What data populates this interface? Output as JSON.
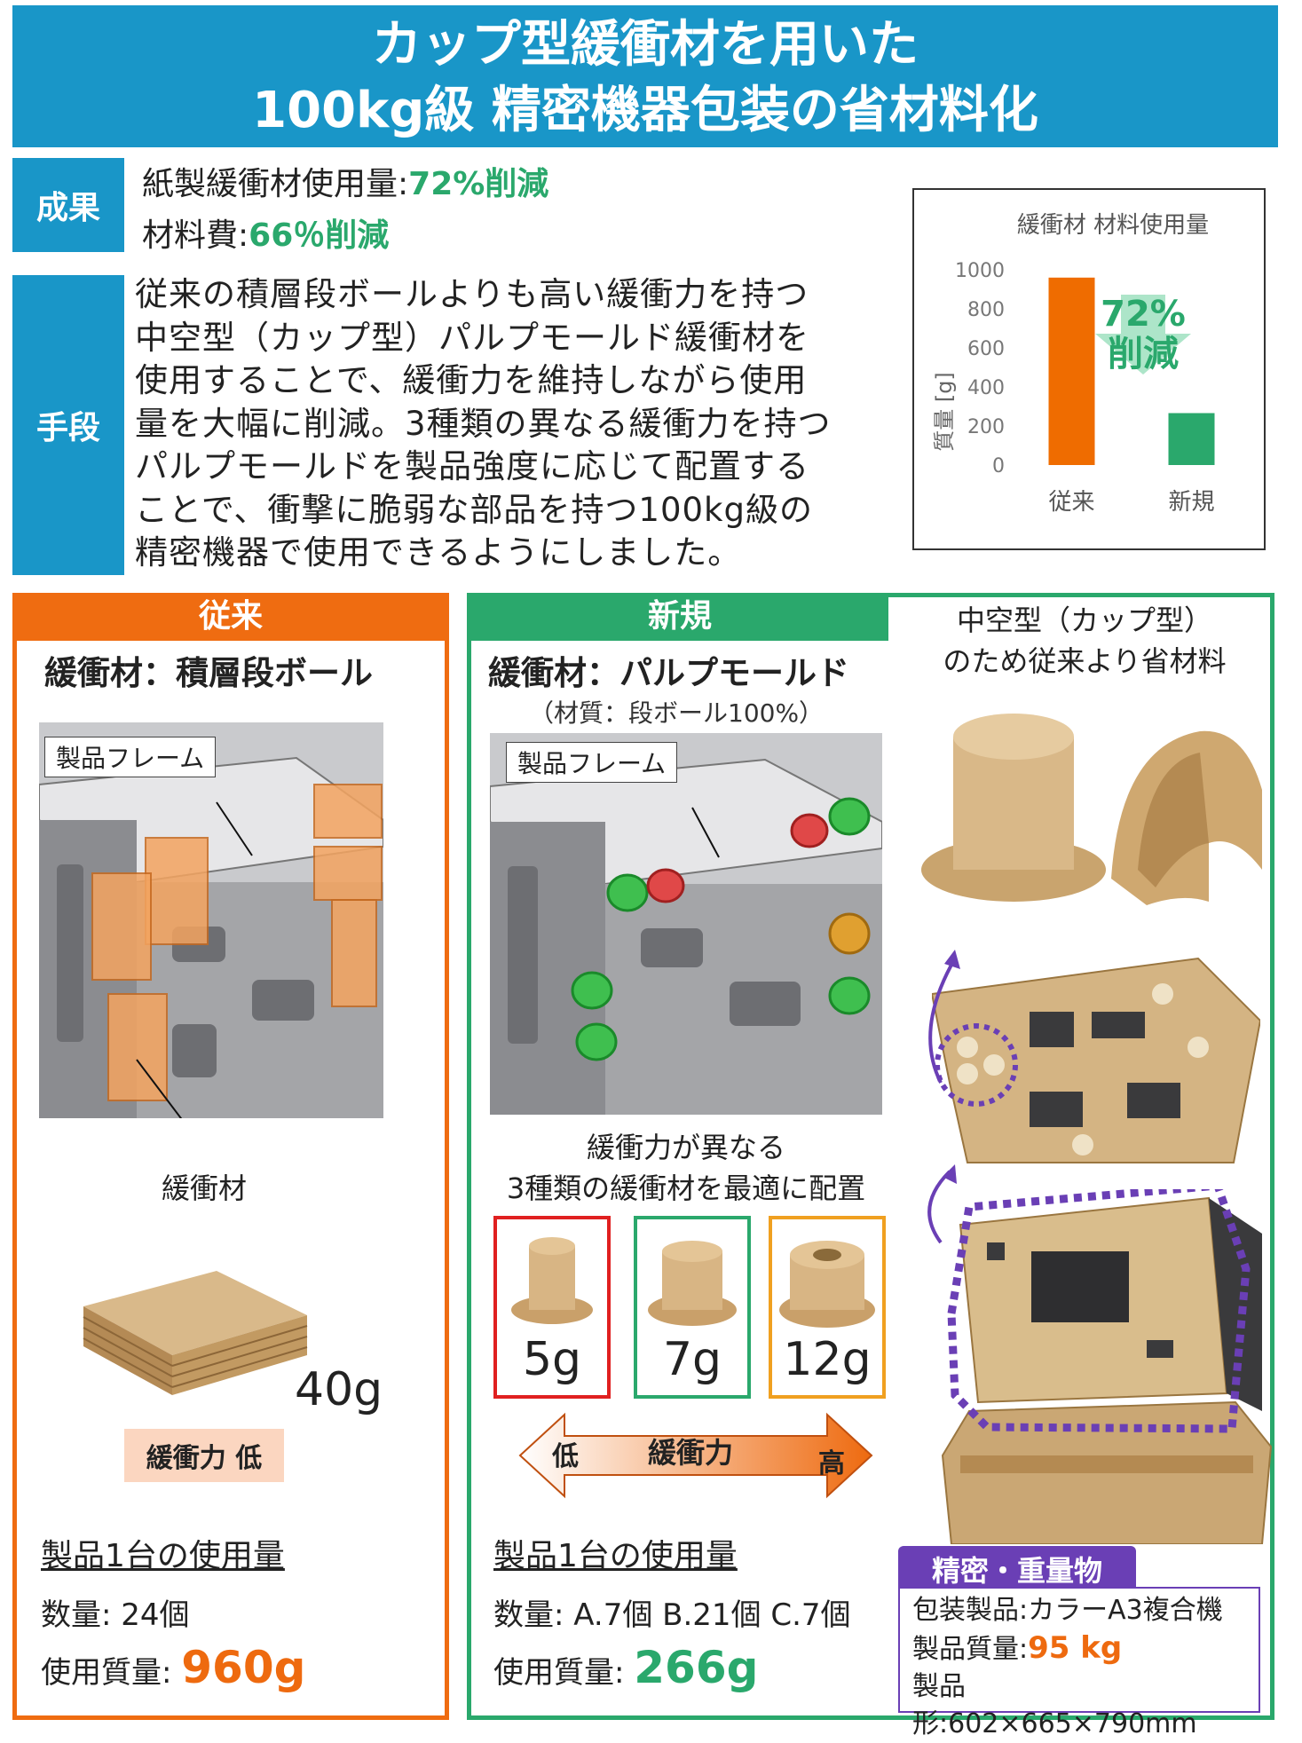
{
  "title": {
    "line1": "カップ型緩衝材を用いた",
    "line2": "100kg級 精密機器包装の省材料化"
  },
  "results": {
    "label": "成果",
    "line1_prefix": "紙製緩衝材使用量:",
    "line1_value": "72%削減",
    "line2_prefix": "材料費:",
    "line2_value": "66％削減"
  },
  "method": {
    "label": "手段",
    "lines": [
      "従来の積層段ボールよりも高い緩衝力を持つ",
      "中空型（カップ型）パルプモールド緩衝材を",
      "使用することで、緩衝力を維持しながら使用",
      "量を大幅に削減。3種類の異なる緩衝力を持つ",
      "パルプモールドを製品強度に応じて配置する",
      "ことで、衝撃に脆弱な部品を持つ100kg級の",
      "精密機器で使用できるようにしました。"
    ]
  },
  "chart_data": {
    "type": "bar",
    "title": "緩衝材  材料使用量",
    "ylabel": "質量 [g]",
    "categories": [
      "従来",
      "新規"
    ],
    "values": [
      960,
      266
    ],
    "colors": [
      "#ef6c00",
      "#2aa86c"
    ],
    "ylim": [
      0,
      1000
    ],
    "yticks": [
      "1000",
      "800",
      "600",
      "400",
      "200",
      "0"
    ],
    "grid": false,
    "annotation": {
      "line1": "72%",
      "line2": "削減"
    }
  },
  "old": {
    "header": "従来",
    "material": "緩衝材：積層段ボール",
    "frame_label": "製品フレーム",
    "cushion_label": "緩衝材",
    "weight": "40g",
    "force_tag": "緩衝力 低",
    "usage_heading": "製品1台の使用量",
    "qty": "数量: 24個",
    "mass_prefix": "使用質量: ",
    "mass_value": "960g",
    "color": "#ef6c11"
  },
  "new": {
    "header": "新規",
    "material": "緩衝材：パルプモールド",
    "material_note": "（材質：段ボール100%）",
    "frame_label": "製品フレーム",
    "caption_line1": "緩衝力が異なる",
    "caption_line2": "3種類の緩衝材を最適に配置",
    "cups": [
      {
        "weight": "5g",
        "border": "#e02020"
      },
      {
        "weight": "7g",
        "border": "#2aa86c"
      },
      {
        "weight": "12g",
        "border": "#f0a020"
      }
    ],
    "arrow": {
      "low": "低",
      "mid": "緩衝力",
      "high": "高"
    },
    "usage_heading": "製品1台の使用量",
    "qty": "数量: A.7個 B.21個 C.7個",
    "mass_prefix": "使用質量: ",
    "mass_value": "266g",
    "color": "#2aa86c"
  },
  "right": {
    "caption_line1": "中空型（カップ型）",
    "caption_line2": "のため従来より省材料",
    "tag": "精密・重量物",
    "spec1": "包装製品:カラーA3複合機",
    "spec2_prefix": "製品質量:",
    "spec2_value": "95 kg",
    "spec3": "製品形:602×665×790mm"
  }
}
